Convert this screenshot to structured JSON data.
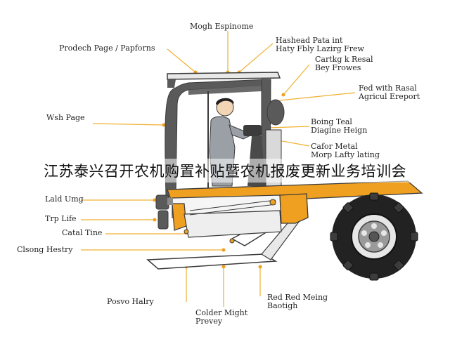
{
  "labels": {
    "top_center": "Mogh Espinome",
    "top_left": "Prodech Page / Papforns",
    "right_1": [
      "Hashead Pata int",
      "Haty Fbly Lazirg Frew"
    ],
    "right_2": [
      "Cartkg k Resal",
      "Bey Frowes"
    ],
    "right_3": [
      "Fed with Rasal",
      "Agricul Ereport"
    ],
    "left_wash": "Wsh Page",
    "right_4": [
      "Boing Teal",
      "Diagine Heign"
    ],
    "right_5": [
      "Cafor Metal",
      "Morp Lafty lating"
    ],
    "left_land": "Lald Umg",
    "left_trip": "Trp Life",
    "left_catal": "Catal Tine",
    "left_closing": "Clsong Hestry",
    "bottom_left": "Posvo Halry",
    "bottom_center": [
      "Colder Might",
      "Prevey"
    ],
    "bottom_right": [
      "Red Red Meing",
      "Baotigh"
    ]
  },
  "banner_text": "江苏泰兴召开农机购置补贴暨农机报废更新业务培训会",
  "colors": {
    "accent": "#F0A020",
    "frame": "#5a5a5a",
    "outline": "#3a3a3a",
    "tire": "#222222",
    "leader_line": "#F0B030"
  }
}
